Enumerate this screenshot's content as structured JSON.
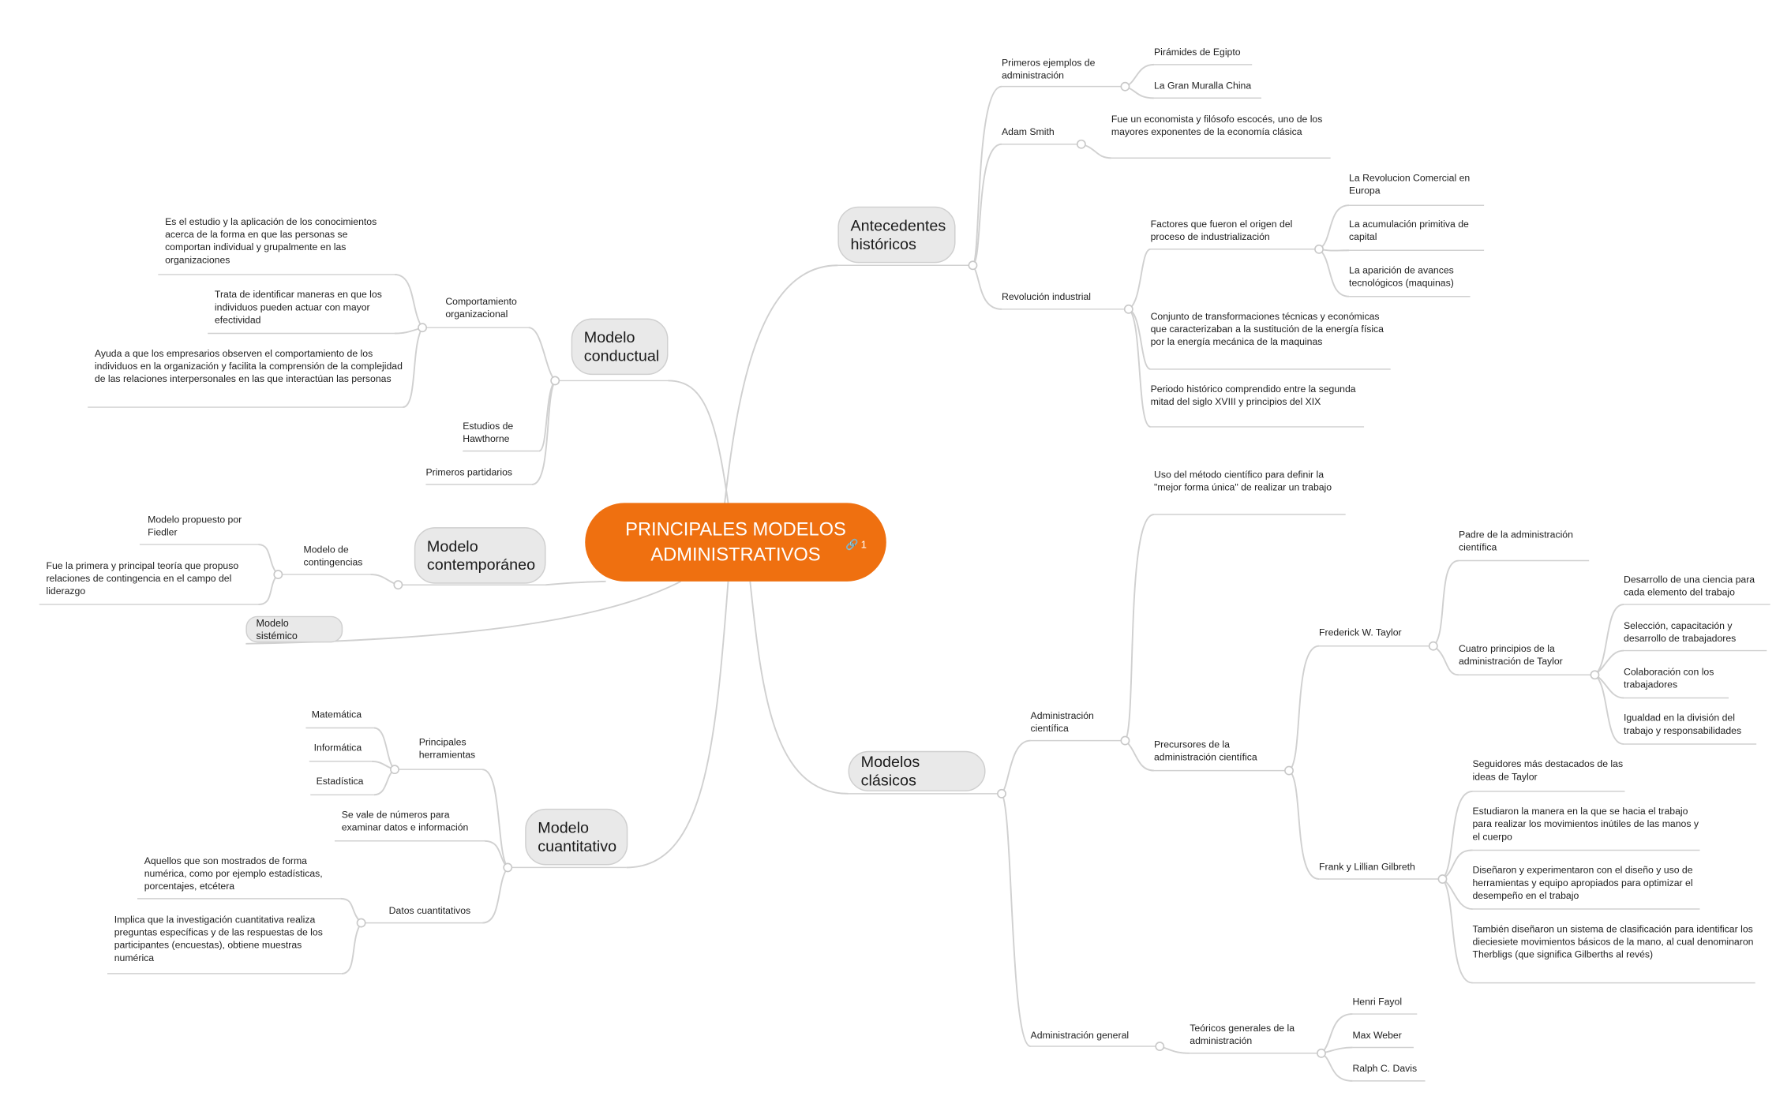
{
  "root": {
    "title": "PRINCIPALES MODELOS ADMINISTRATIVOS",
    "link_icon": "link-icon",
    "link_count": "1"
  },
  "colors": {
    "root_fill": "#ef7010",
    "topic_fill": "#e9e9e9",
    "connector": "#d0d0d0"
  },
  "antecedentes": {
    "title": "Antecedentes históricos",
    "primeros": {
      "label": "Primeros ejemplos de administración",
      "items": [
        "Pirámides de Egipto",
        "La Gran Muralla China"
      ]
    },
    "adam_smith": {
      "label": "Adam Smith",
      "desc": "Fue un economista y filósofo escocés, uno de los mayores exponentes de la economía clásica"
    },
    "revolucion": {
      "label": "Revolución industrial",
      "factores": {
        "label": "Factores que fueron el origen del proceso de industrialización",
        "items": [
          "La Revolucion Comercial en Europa",
          "La acumulación primitiva de capital",
          "La aparición de avances tecnológicos (maquinas)"
        ]
      },
      "conjunto": "Conjunto de transformaciones técnicas y económicas que caracterizaban a la sustitución de la energía física por la energía mecánica de la maquinas",
      "periodo": "Periodo histórico comprendido entre la segunda mitad del siglo XVIII y principios del XIX"
    }
  },
  "clasicos": {
    "title": "Modelos clásicos",
    "cientifica": {
      "label": "Administración científica",
      "uso": "Uso del método científico para definir la \"mejor forma única\" de realizar un trabajo",
      "precursores": {
        "label": "Precursores de la administración científica",
        "taylor": {
          "label": "Frederick W. Taylor",
          "padre": "Padre de la administración científica",
          "cuatro": {
            "label": "Cuatro principios de la administración de Taylor",
            "items": [
              "Desarrollo de una ciencia para cada elemento del trabajo",
              "Selección, capacitación y desarrollo de trabajadores",
              "Colaboración con los trabajadores",
              "Igualdad en la división del trabajo y responsabilidades"
            ]
          }
        },
        "gilbreth": {
          "label": "Frank y Lillian Gilbreth",
          "items": [
            "Seguidores más destacados de las ideas de Taylor",
            "Estudiaron la manera en la que se hacia el trabajo para realizar los movimientos inútiles de las manos y el cuerpo",
            "Diseñaron y experimentaron con el diseño y uso de herramientas y equipo apropiados para optimizar el desempeño en el trabajo",
            "También diseñaron un sistema de clasificación para identificar los dieciesiete movimientos básicos de la mano, al cual denominaron Therbligs (que significa Gilberths al revés)"
          ]
        }
      }
    },
    "general": {
      "label": "Administración general",
      "teoricos": {
        "label": "Teóricos generales de la administración",
        "items": [
          "Henri Fayol",
          "Max Weber",
          "Ralph C. Davis"
        ]
      }
    }
  },
  "conductual": {
    "title": "Modelo conductual",
    "comportamiento": {
      "label": "Comportamiento organizacional",
      "items": [
        "Es el estudio y la aplicación de los conocimientos acerca de la forma en que las personas se comportan individual y grupalmente en las organizaciones",
        "Trata de identificar maneras en que los individuos pueden actuar con mayor efectividad",
        "Ayuda a que los empresarios observen el comportamiento de los individuos en la organización y facilita la comprensión de la complejidad de las relaciones interpersonales en las que interactúan las personas"
      ]
    },
    "hawthorne": "Estudios de Hawthorne",
    "partidarios": "Primeros partidarios"
  },
  "contemporaneo": {
    "title": "Modelo contemporáneo",
    "contingencias": {
      "label": "Modelo de contingencias",
      "items": [
        "Modelo propuesto por Fiedler",
        "Fue la primera y principal teoría que propuso relaciones de contingencia en el campo del liderazgo"
      ]
    }
  },
  "sistemico": {
    "title": "Modelo sistémico"
  },
  "cuantitativo": {
    "title": "Modelo cuantitativo",
    "herramientas": {
      "label": "Principales herramientas",
      "items": [
        "Matemática",
        "Informática",
        "Estadística"
      ]
    },
    "vale": "Se vale de números para examinar datos e información",
    "datos": {
      "label": "Datos cuantitativos",
      "items": [
        "Aquellos que son mostrados de forma numérica, como por ejemplo estadísticas, porcentajes, etcétera",
        "Implica que la investigación cuantitativa realiza preguntas específicas y de las respuestas de los participantes (encuestas), obtiene muestras numérica"
      ]
    }
  }
}
